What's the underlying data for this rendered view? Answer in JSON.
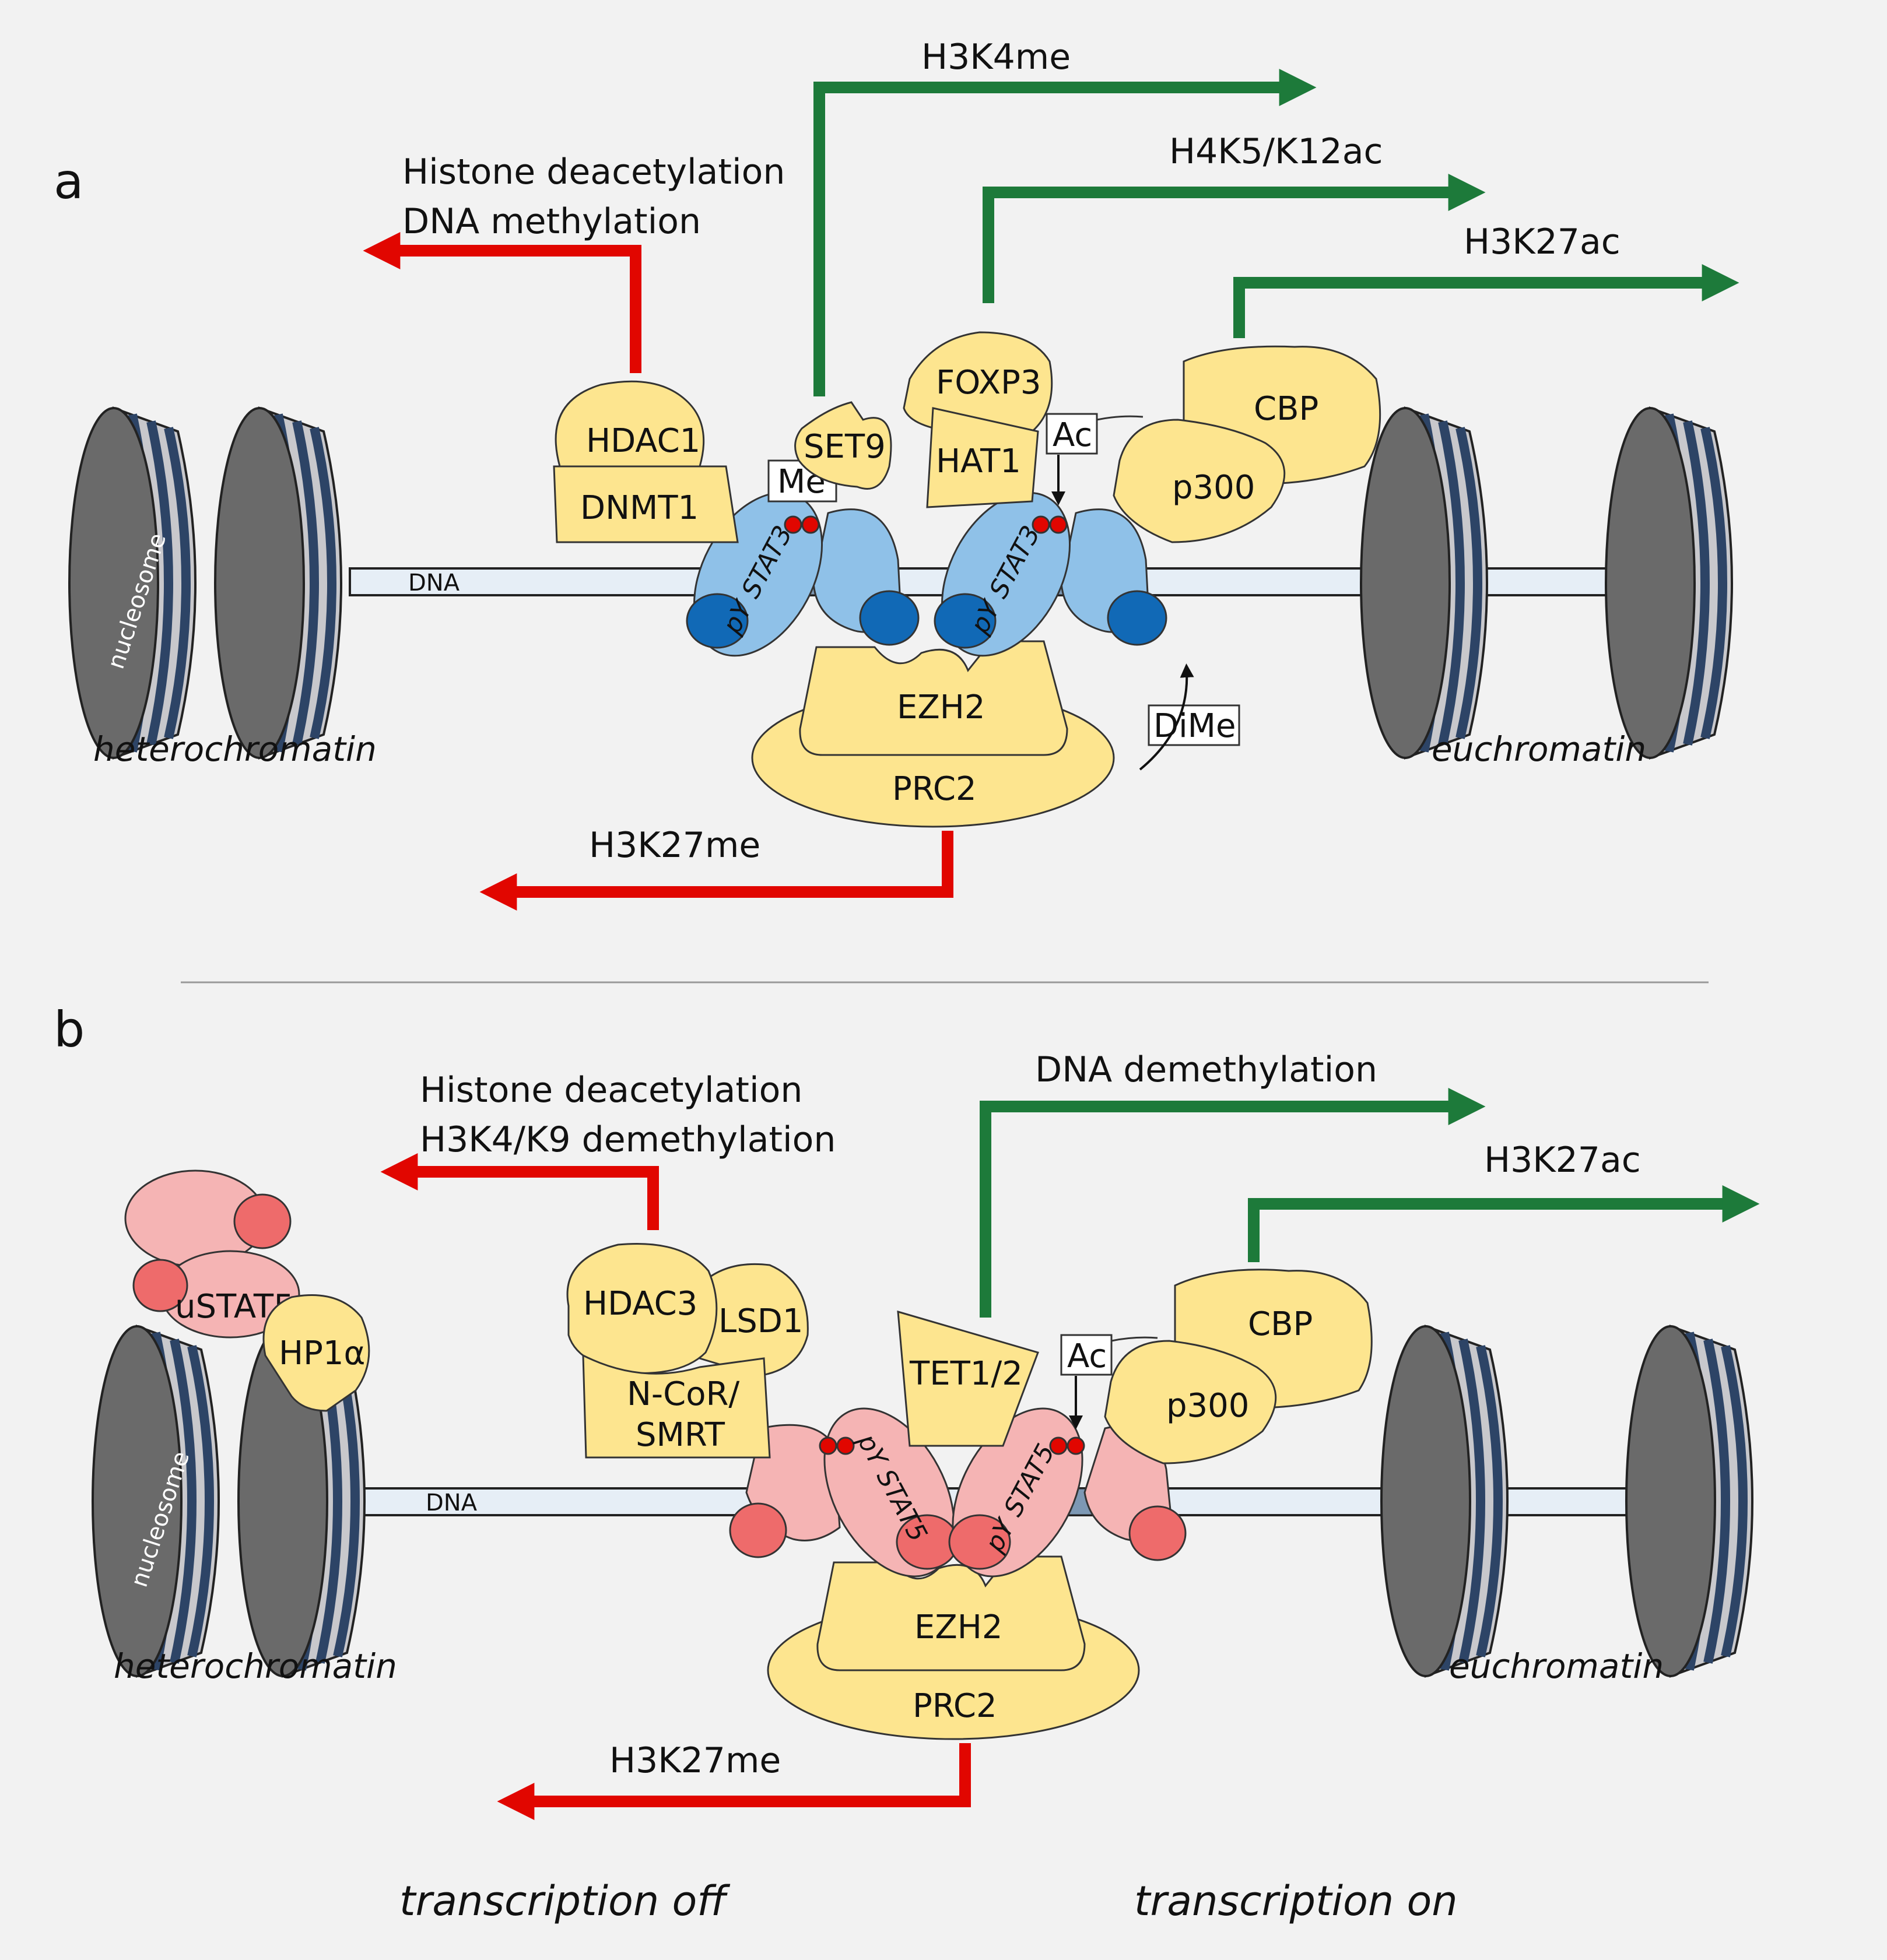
{
  "panel_a": {
    "letter": "a",
    "red_top_line1": "Histone deacetylation",
    "red_top_line2": "DNA methylation",
    "green1": "H3K4me",
    "green2": "H4K5/K12ac",
    "green3": "H3K27ac",
    "red_bottom": "H3K27me",
    "hdac": "HDAC1",
    "dnmt": "DNMT1",
    "set9": "SET9",
    "me": "Me",
    "foxp3": "FOXP3",
    "hat1": "HAT1",
    "ac": "Ac",
    "cbp": "CBP",
    "p300": "p300",
    "stat_left": "pY STAT3",
    "stat_right": "pY STAT3",
    "ezh2": "EZH2",
    "prc2": "PRC2",
    "dime": "DiMe",
    "dna": "DNA",
    "nucleosome": "nucleosome",
    "heterochromatin": "heterochromatin",
    "euchromatin": "euchromatin"
  },
  "panel_b": {
    "letter": "b",
    "red_top_line1": "Histone deacetylation",
    "red_top_line2": "H3K4/K9 demethylation",
    "green1": "DNA demethylation",
    "green2": "H3K27ac",
    "red_bottom": "H3K27me",
    "hdac": "HDAC3",
    "lsd": "LSD1",
    "ncor_line1": "N-CoR/",
    "ncor_line2": "SMRT",
    "tet": "TET1/2",
    "ac": "Ac",
    "cbp": "CBP",
    "p300": "p300",
    "ustat": "uSTAT5",
    "hp1": "HP1α",
    "stat_left": "pY STAT5",
    "stat_right": "pY STAT5",
    "ezh2": "EZH2",
    "prc2": "PRC2",
    "dna": "DNA",
    "nucleosome": "nucleosome",
    "heterochromatin": "heterochromatin",
    "euchromatin": "euchromatin",
    "footer_left": "transcription off",
    "footer_right": "transcription on"
  },
  "colors": {
    "protein": "#fde58f",
    "stat3": "#8fc1e8",
    "stat3_dark": "#1169b6",
    "stat5": "#f5b4b4",
    "stat5_dark": "#ee6b6b",
    "repress": "#e10600",
    "activate": "#1d7a3a"
  }
}
